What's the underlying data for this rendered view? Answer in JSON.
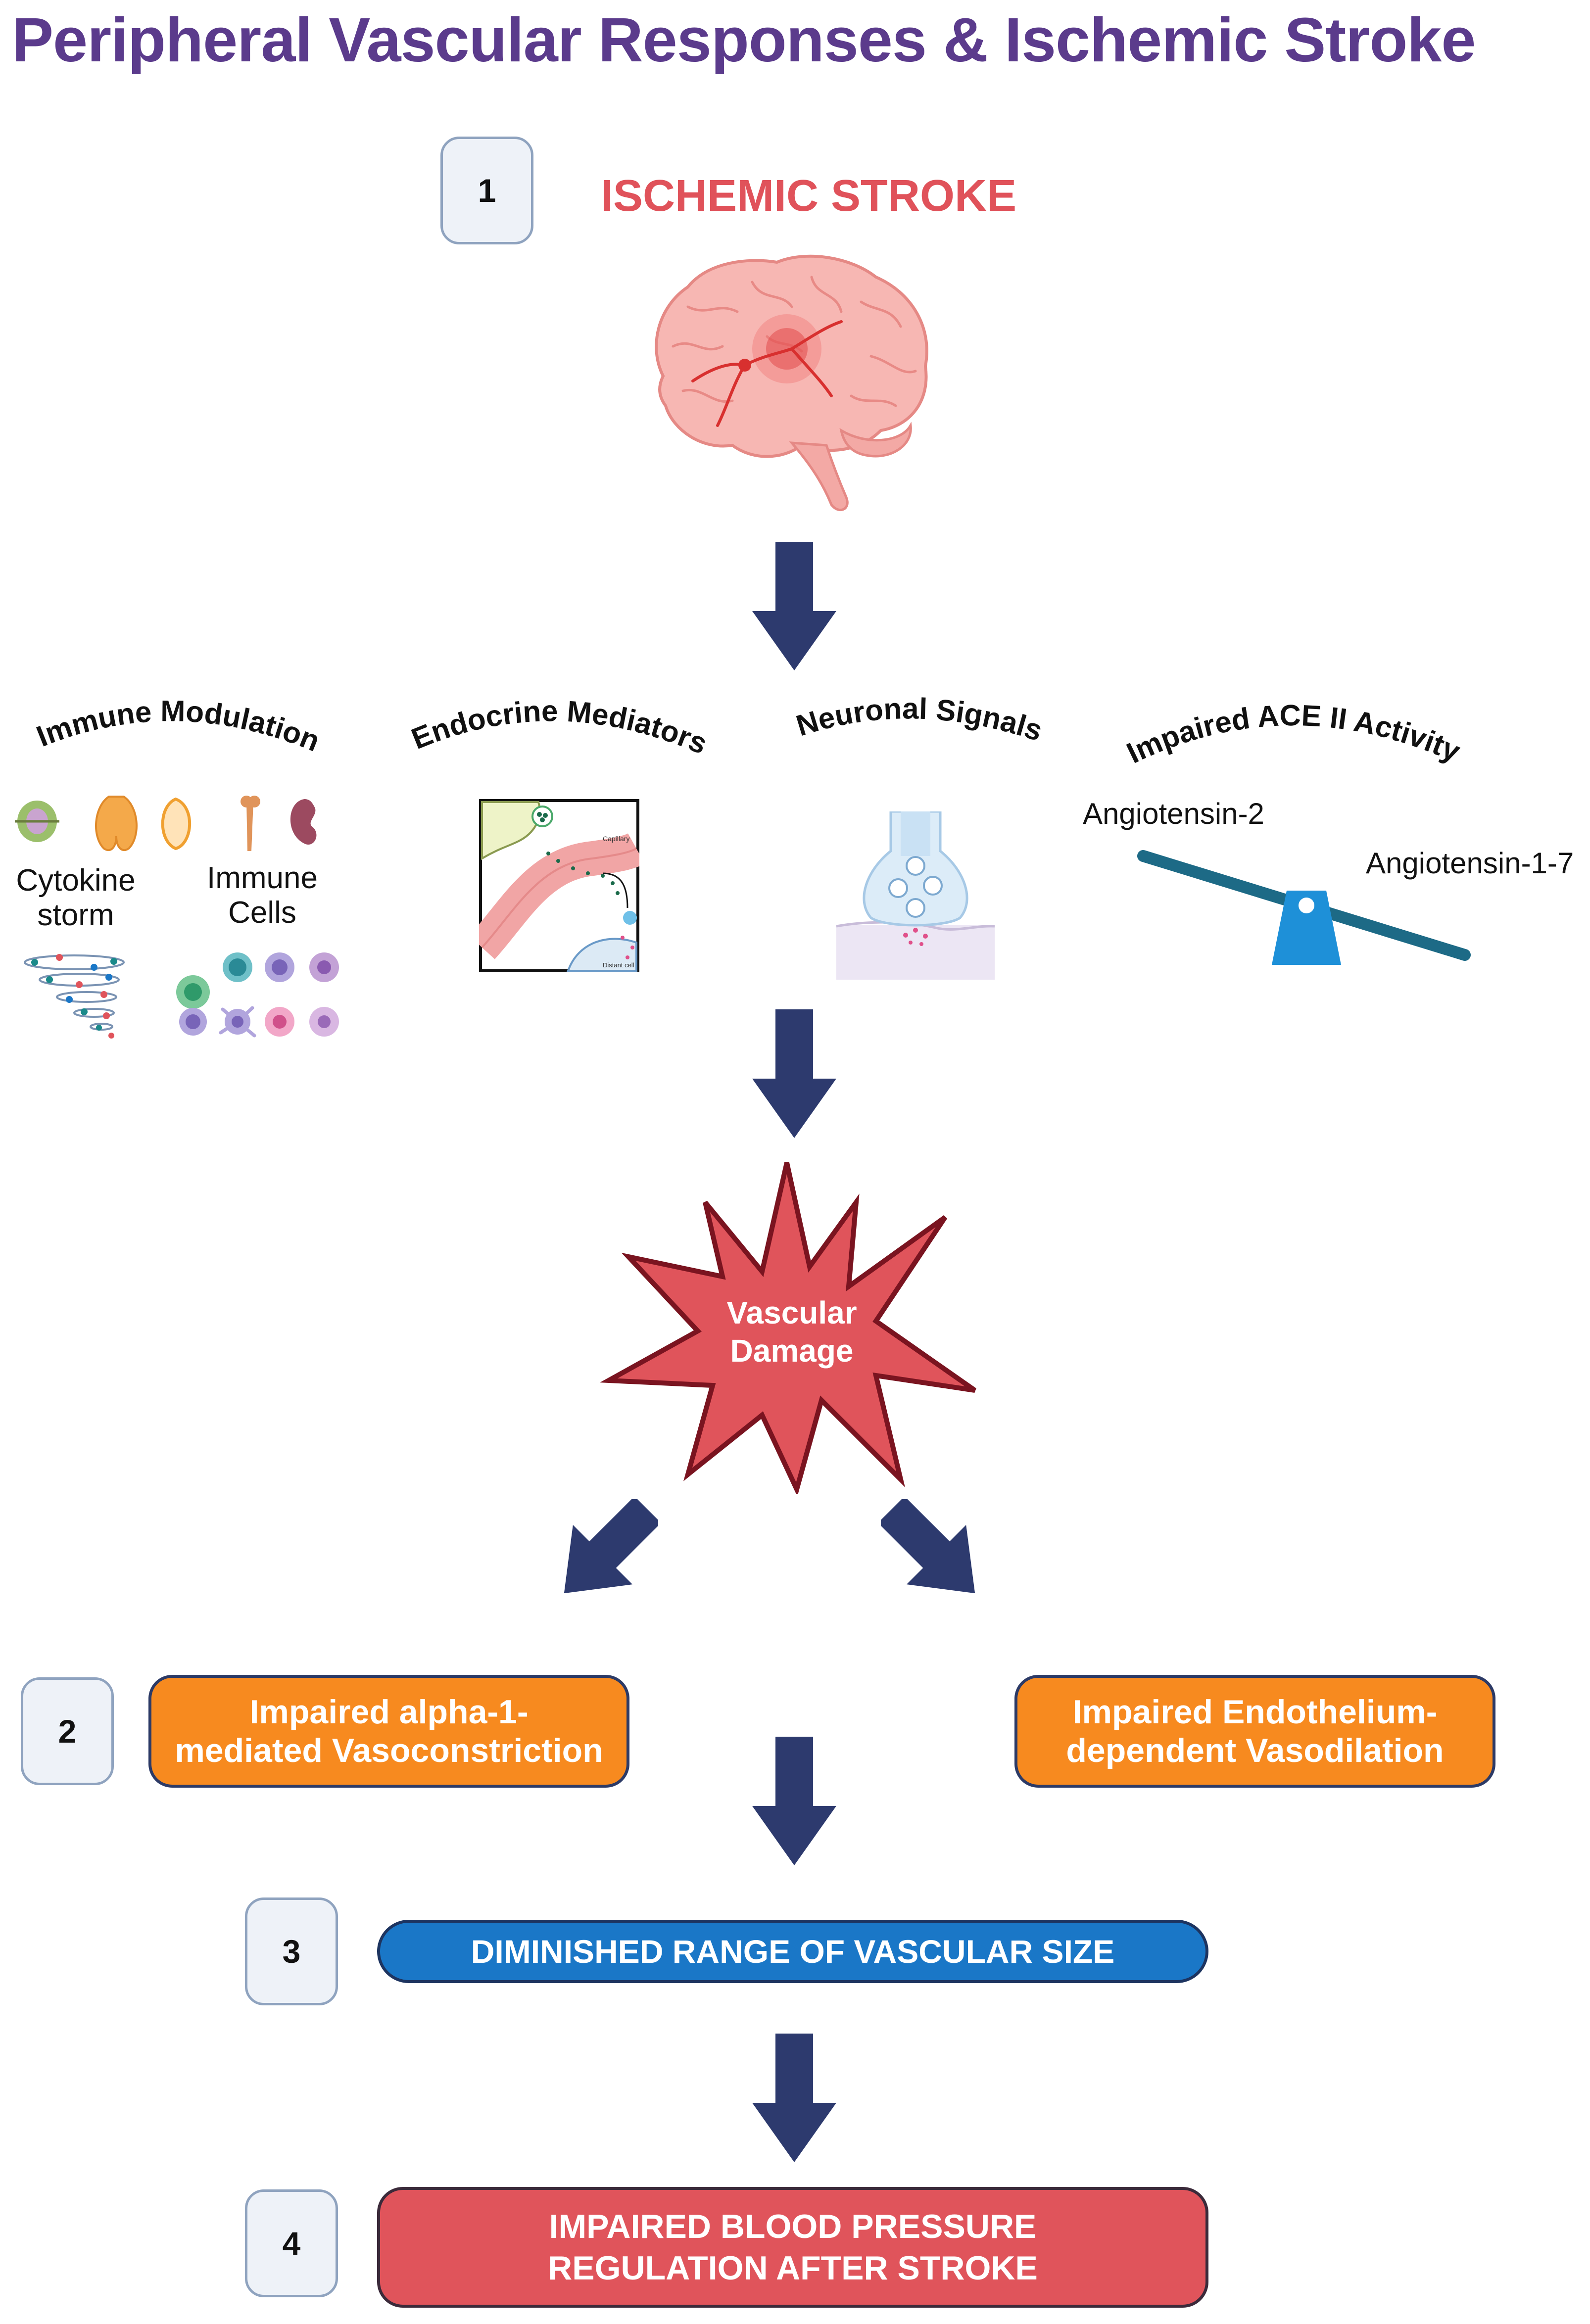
{
  "title": "Peripheral Vascular Responses & Ischemic Stroke",
  "steps": {
    "s1": "1",
    "s2": "2",
    "s3": "3",
    "s4": "4"
  },
  "stroke_label": "ISCHEMIC STROKE",
  "categories": {
    "immune": "Immune Modulation",
    "endocrine": "Endocrine Mediators",
    "neuronal": "Neuronal Signals",
    "ace": "Impaired ACE II Activity"
  },
  "immune_labels": {
    "cytokine": "Cytokine storm",
    "cytokine_l1": "Cytokine",
    "cytokine_l2": "storm",
    "cells_l1": "Immune",
    "cells_l2": "Cells"
  },
  "endocrine_labels": {
    "capillary": "Capillary",
    "distant_cell": "Distant cell"
  },
  "ace_labels": {
    "ang2": "Angiotensin-2",
    "ang17": "Angiotensin-1-7"
  },
  "damage": {
    "line1": "Vascular",
    "line2": "Damage"
  },
  "boxes": {
    "vasoconstriction_l1": "Impaired alpha-1-",
    "vasoconstriction_l2": "mediated Vasoconstriction",
    "vasodilation_l1": "Impaired Endothelium-",
    "vasodilation_l2": "dependent Vasodilation",
    "diminished": "DIMINISHED RANGE OF VASCULAR SIZE",
    "bp_l1": "IMPAIRED BLOOD PRESSURE",
    "bp_l2": "REGULATION AFTER STROKE"
  },
  "colors": {
    "title": "#5b3b8c",
    "arrow": "#2d3a6e",
    "orange": "#f78a1f",
    "blue": "#1a77c7",
    "red": "#e0545b",
    "stroke": "#e0525a"
  }
}
